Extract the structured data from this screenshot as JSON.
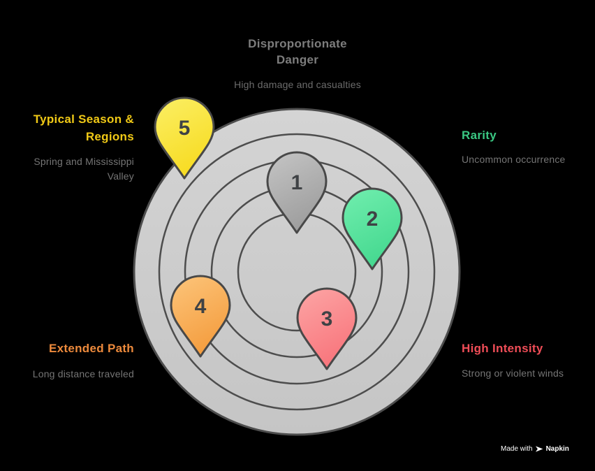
{
  "page": {
    "background": "#000000"
  },
  "header": {
    "title_line1": "Disproportionate",
    "title_line2": "Danger",
    "title_color": "#7D7D7D",
    "subtitle": "High damage and casualties",
    "subtitle_color": "#6C6C6C"
  },
  "callouts": {
    "description_color": "#757575",
    "top_left": {
      "heading": "Typical Season & Regions",
      "heading_color": "#F0C916",
      "description": "Spring and Mississippi Valley"
    },
    "top_right": {
      "heading": "Rarity",
      "heading_color": "#3AC883",
      "description": "Uncommon occurrence"
    },
    "bottom_left": {
      "heading": "Extended Path",
      "heading_color": "#ED8A3C",
      "description": "Long distance traveled"
    },
    "bottom_right": {
      "heading": "High Intensity",
      "heading_color": "#EF4D57",
      "description": "Strong or violent winds"
    }
  },
  "diagram": {
    "disk_fill_top": "#D4D4D4",
    "disk_fill_bottom": "#C5C5C5",
    "ring_stroke": "#4D4D4D",
    "pin_stroke": "#484848",
    "pin_number_color": "#3F4245",
    "pins": [
      {
        "number": "1",
        "color_light": "#C3C3C3",
        "color_dark": "#9C9C9C"
      },
      {
        "number": "2",
        "color_light": "#6FEDAD",
        "color_dark": "#44D88F"
      },
      {
        "number": "3",
        "color_light": "#FCA3A3",
        "color_dark": "#F8747B"
      },
      {
        "number": "4",
        "color_light": "#FCC378",
        "color_dark": "#F49C3D"
      },
      {
        "number": "5",
        "color_light": "#FBEE62",
        "color_dark": "#F7DB20"
      }
    ]
  },
  "watermark": {
    "prefix": "Made with",
    "brand": "Napkin"
  }
}
